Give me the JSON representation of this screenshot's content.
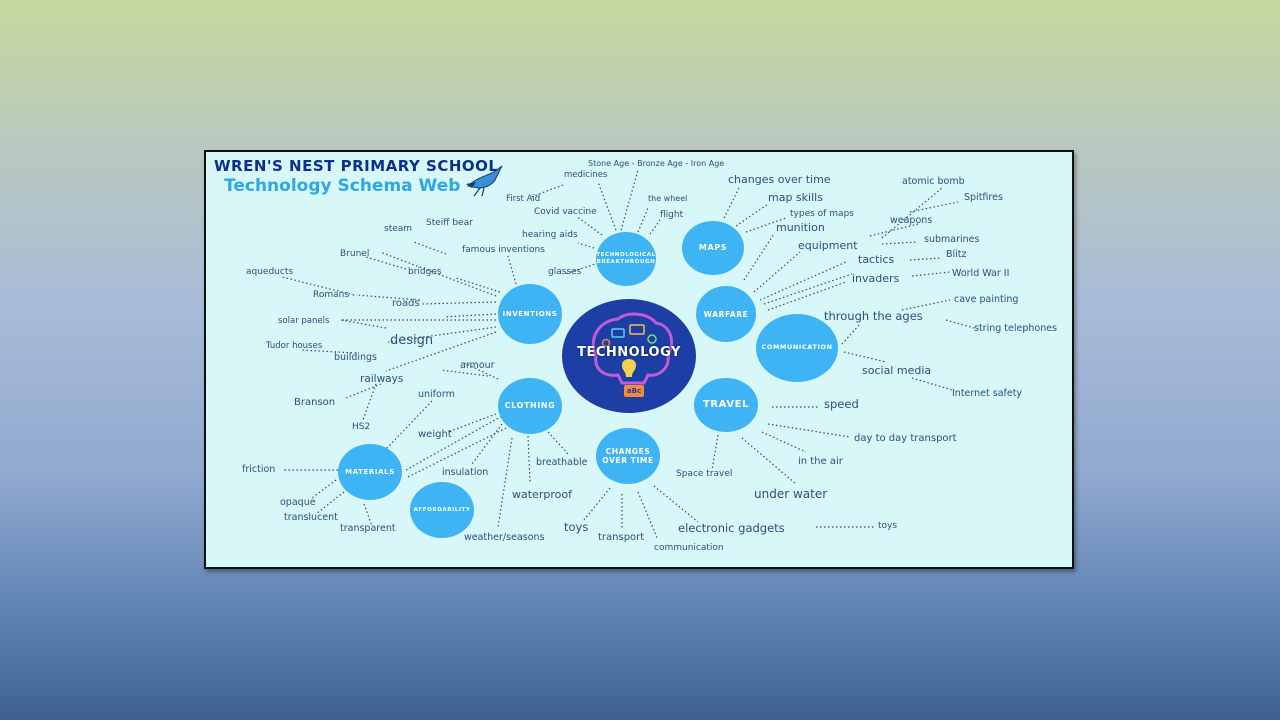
{
  "header": {
    "school": "WREN'S NEST PRIMARY SCHOOL",
    "title": "Technology Schema Web"
  },
  "center_label": "TECHNOLOGY",
  "center_badge": "aBc",
  "topics": {
    "tech": "TECHNOLOGICAL BREAKTHROUGH",
    "maps": "MAPS",
    "inventions": "INVENTIONS",
    "warfare": "WARFARE",
    "communication": "COMMUNICATION",
    "clothing": "CLOTHING",
    "travel": "TRAVEL",
    "changes": "CHANGES OVER TIME",
    "materials": "MATERIALS",
    "affordability": "AFFORDABILITY"
  },
  "labels": {
    "stone_age": "Stone Age - Bronze Age - Iron Age",
    "medicines": "medicines",
    "first_aid": "First Aid",
    "the_wheel": "the wheel",
    "covid_vaccine": "Covid vaccine",
    "flight": "flight",
    "hearing_aids": "hearing aids",
    "glasses": "glasses",
    "steiff_bear": "Steiff bear",
    "steam": "steam",
    "famous_inventions": "famous inventions",
    "brunel": "Brunel",
    "bridges": "bridges",
    "aqueducts": "aqueducts",
    "romans": "Romans",
    "roads": "roads",
    "solar_panels": "solar panels",
    "design": "design",
    "tudor_houses": "Tudor houses",
    "buildings": "buildings",
    "armour": "armour",
    "railways": "railways",
    "uniform": "uniform",
    "branson": "Branson",
    "hs2": "HS2",
    "weight": "weight",
    "friction": "friction",
    "insulation": "insulation",
    "breathable": "breathable",
    "waterproof": "waterproof",
    "opaque": "opaque",
    "translucent": "translucent",
    "transparent": "transparent",
    "weather_seasons": "weather/seasons",
    "toys_left": "toys",
    "transport": "transport",
    "communication_small": "communication",
    "electronic_gadgets": "electronic gadgets",
    "toys_right": "toys",
    "space_travel": "Space travel",
    "under_water": "under water",
    "in_the_air": "in the air",
    "day_to_day": "day to day transport",
    "speed": "speed",
    "changes_over_time": "changes over time",
    "map_skills": "map skills",
    "types_of_maps": "types of maps",
    "munition": "munition",
    "equipment": "equipment",
    "tactics": "tactics",
    "invaders": "invaders",
    "atomic_bomb": "atomic bomb",
    "spitfires": "Spitfires",
    "weapons": "weapons",
    "submarines": "submarines",
    "blitz": "Blitz",
    "world_war_ii": "World War II",
    "cave_painting": "cave painting",
    "through_the_ages": "through the ages",
    "string_telephones": "string telephones",
    "social_media": "social media",
    "internet_safety": "Internet safety"
  },
  "colors": {
    "panel": "#d7f7f9",
    "topic_bubble": "#3fb4f5",
    "center_bubble": "#1d3fa5",
    "label_text": "#2c4f80",
    "header_dark": "#0b2f8a",
    "header_light": "#2ea7e6"
  }
}
